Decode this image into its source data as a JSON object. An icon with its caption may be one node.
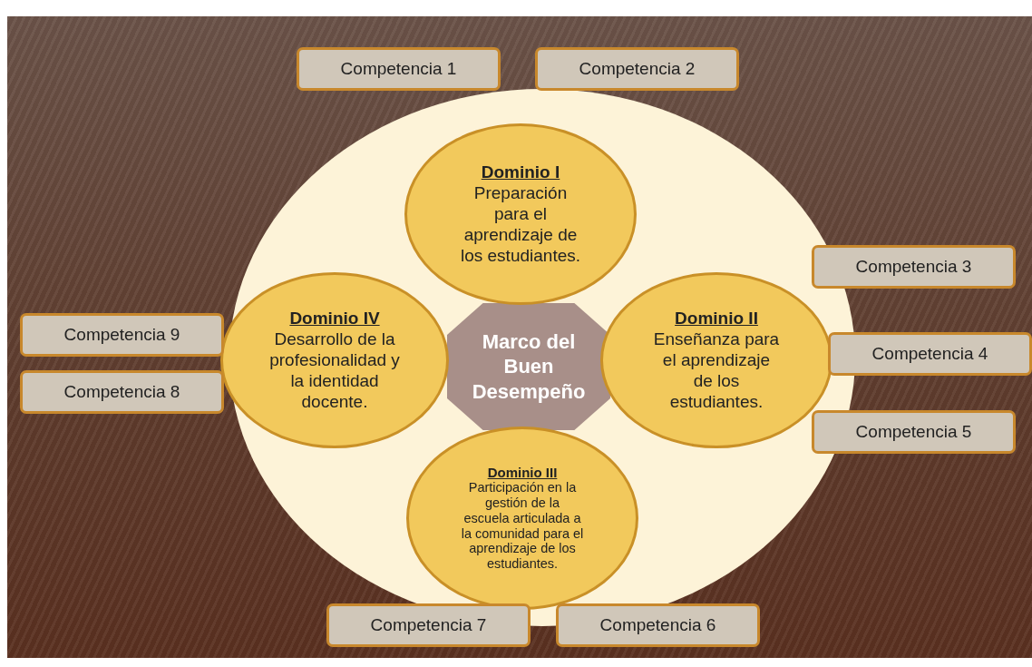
{
  "diagram": {
    "nodes": [
      {
        "text": [],
        "shape": "circle"
      },
      {
        "text": [
          "Marco del Buen Desempeño"
        ],
        "in": 0
      },
      {
        "text": [
          "Dominio I",
          "Preparación para el aprendizaje de los estudiantes."
        ],
        "in": 0
      },
      {
        "text": [
          "Dominio II",
          "Enseñanza para el aprendizaje de los estudiantes."
        ],
        "in": 0
      },
      {
        "text": [
          "Dominio III",
          "Participación en la gestión de la escuela articulada a la comunidad para el aprendizaje de los estudiantes."
        ],
        "in": 0
      },
      {
        "text": [
          "Dominio IV",
          "Desarrollo de la profesionalidad y la identidad docente."
        ],
        "in": 0
      },
      {
        "text": [
          "Competencia 1"
        ]
      },
      {
        "text": [
          "Competencia 2"
        ]
      },
      {
        "text": [
          "Competencia 3"
        ]
      },
      {
        "text": [
          "Competencia 4"
        ]
      },
      {
        "text": [
          "Competencia 5"
        ]
      },
      {
        "text": [
          "Competencia 6"
        ]
      },
      {
        "text": [
          "Competencia 7"
        ]
      },
      {
        "text": [
          "Competencia 8"
        ]
      },
      {
        "text": [
          "Competencia 9"
        ]
      }
    ],
    "edges": []
  }
}
